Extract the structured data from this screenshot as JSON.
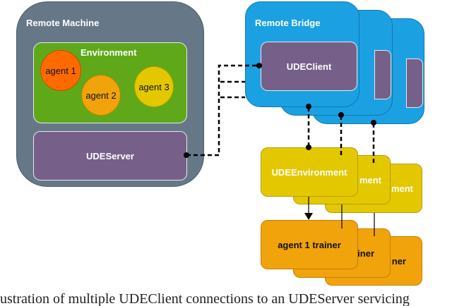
{
  "diagram": {
    "remote_machine": {
      "title": "Remote Machine",
      "environment": {
        "title": "Environment",
        "agents": [
          "agent 1",
          "agent 2",
          "agent 3"
        ]
      },
      "server": "UDEServer"
    },
    "remote_bridge": {
      "title": "Remote Bridge",
      "client": "UDEClient",
      "stack_count": 3
    },
    "ude_environment": {
      "label": "UDEEnvironment",
      "back_labels": [
        "ment",
        "ment"
      ]
    },
    "trainer": {
      "label": "agent 1 trainer",
      "back_labels": [
        "iner",
        "ner"
      ]
    },
    "colors": {
      "machine": "#667788",
      "environment": "#5fa81a",
      "agent1": "#ff6a00",
      "agent2": "#f0a30a",
      "agent3": "#e3c800",
      "purple": "#76608a",
      "bridge": "#1ba1e2",
      "ude_env": "#e3c800",
      "trainer": "#f0a30a"
    }
  },
  "caption": "ustration of multiple UDEClient connections to an UDEServer servicing"
}
